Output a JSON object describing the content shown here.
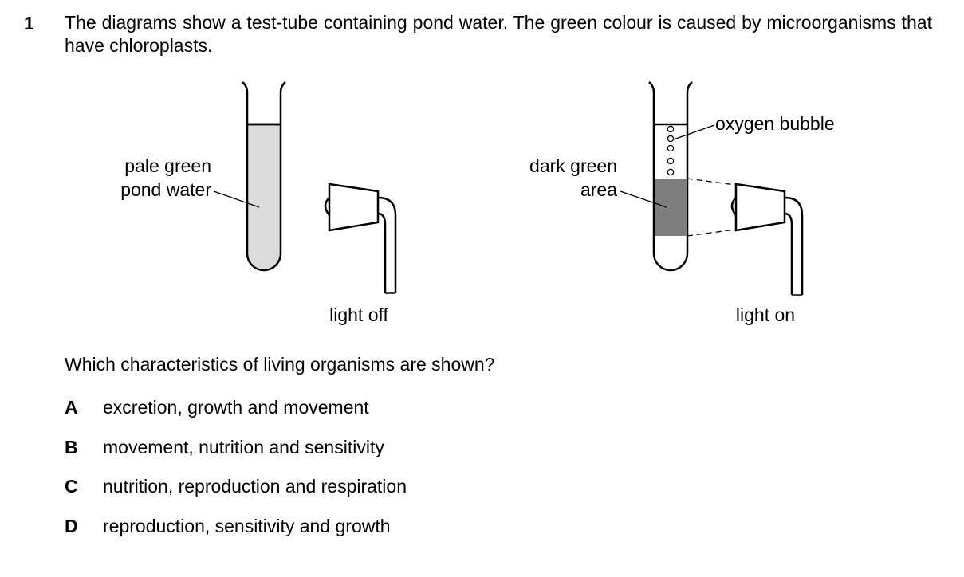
{
  "question": {
    "number": "1",
    "stem": "The diagrams show a test-tube containing pond water. The green colour is caused by microorganisms that have chloroplasts.",
    "prompt": "Which characteristics of living organisms are shown?"
  },
  "diagram_left": {
    "label_water_line1": "pale green",
    "label_water_line2": "pond water",
    "label_lamp": "light off"
  },
  "diagram_right": {
    "label_area_line1": "dark green",
    "label_area_line2": "area",
    "label_bubble": "oxygen bubble",
    "label_lamp": "light on"
  },
  "options": [
    {
      "letter": "A",
      "text": "excretion, growth and movement"
    },
    {
      "letter": "B",
      "text": "movement, nutrition and sensitivity"
    },
    {
      "letter": "C",
      "text": "nutrition, reproduction and respiration"
    },
    {
      "letter": "D",
      "text": "reproduction, sensitivity and growth"
    }
  ],
  "colors": {
    "pale_green_fill": "#dcdcdc",
    "dark_green_fill": "#7f7f7f"
  }
}
